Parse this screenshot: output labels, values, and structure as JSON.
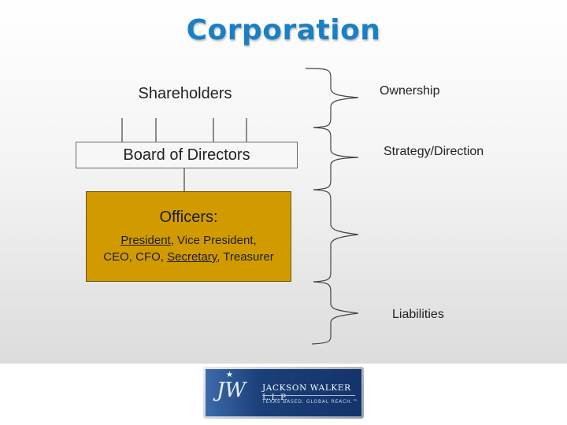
{
  "title": "Corporation",
  "org": {
    "shareholders": "Shareholders",
    "board": "Board of Directors",
    "officers": {
      "title": "Officers:",
      "president": "President",
      "sep1": ", Vice President,",
      "line2_start": "CEO, CFO, ",
      "secretary": "Secretary",
      "line2_end": ", Treasurer"
    }
  },
  "categories": {
    "ownership": "Ownership",
    "strategy": "Strategy/Direction",
    "liabilities": "Liabilities"
  },
  "logo": {
    "mark": "JW",
    "name": "JACKSON WALKER L.L.P.",
    "tagline": "TEXAS BASED. GLOBAL REACH.™"
  },
  "colors": {
    "title": "#1a7fc4",
    "officers_fill": "#d19b00",
    "board_fill": "#f7f7f7",
    "logo_blue": "#1b3f78"
  }
}
